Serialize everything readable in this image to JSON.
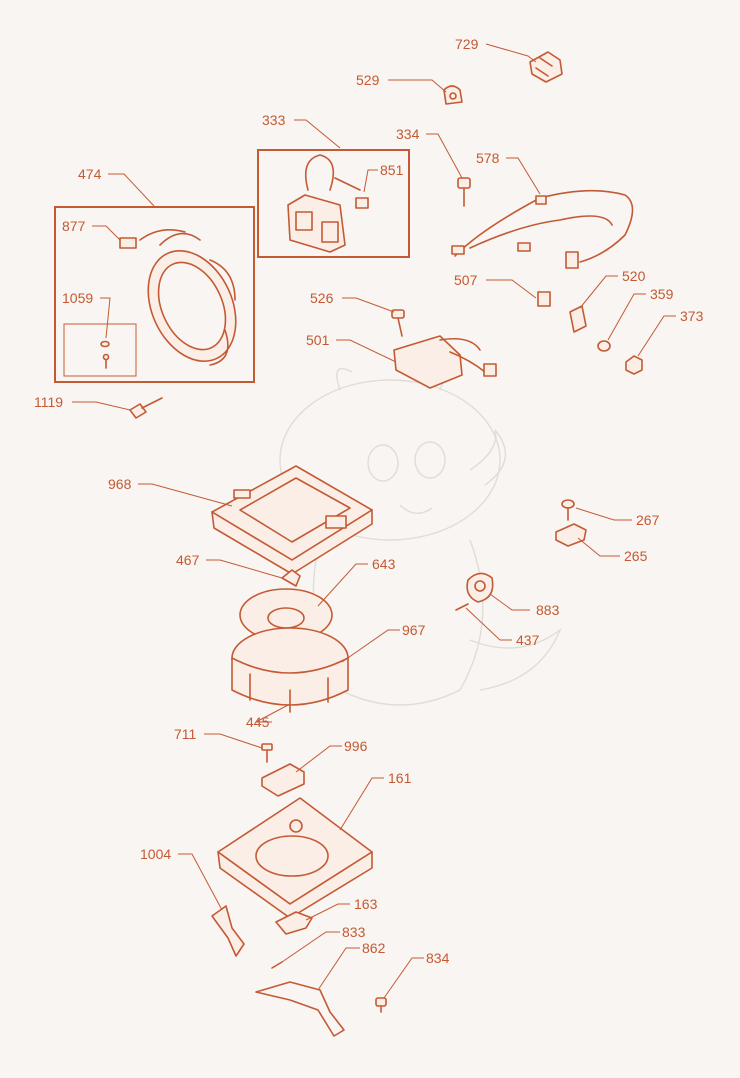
{
  "diagram": {
    "kind": "exploded-parts-diagram",
    "accent_color": "#c45a34",
    "background_color": "#f8f5f2",
    "part_labels": [
      {
        "id": "729",
        "text": "729"
      },
      {
        "id": "529",
        "text": "529"
      },
      {
        "id": "333",
        "text": "333"
      },
      {
        "id": "334",
        "text": "334"
      },
      {
        "id": "578",
        "text": "578"
      },
      {
        "id": "474",
        "text": "474"
      },
      {
        "id": "851",
        "text": "851"
      },
      {
        "id": "877",
        "text": "877"
      },
      {
        "id": "507",
        "text": "507"
      },
      {
        "id": "520",
        "text": "520"
      },
      {
        "id": "359",
        "text": "359"
      },
      {
        "id": "526",
        "text": "526"
      },
      {
        "id": "373",
        "text": "373"
      },
      {
        "id": "1059",
        "text": "1059"
      },
      {
        "id": "501",
        "text": "501"
      },
      {
        "id": "1119",
        "text": "1119"
      },
      {
        "id": "968",
        "text": "968"
      },
      {
        "id": "267",
        "text": "267"
      },
      {
        "id": "265",
        "text": "265"
      },
      {
        "id": "467",
        "text": "467"
      },
      {
        "id": "643",
        "text": "643"
      },
      {
        "id": "883",
        "text": "883"
      },
      {
        "id": "967",
        "text": "967"
      },
      {
        "id": "437",
        "text": "437"
      },
      {
        "id": "445",
        "text": "445"
      },
      {
        "id": "711",
        "text": "711"
      },
      {
        "id": "996",
        "text": "996"
      },
      {
        "id": "161",
        "text": "161"
      },
      {
        "id": "1004",
        "text": "1004"
      },
      {
        "id": "163",
        "text": "163"
      },
      {
        "id": "833",
        "text": "833"
      },
      {
        "id": "862",
        "text": "862"
      },
      {
        "id": "834",
        "text": "834"
      }
    ]
  }
}
